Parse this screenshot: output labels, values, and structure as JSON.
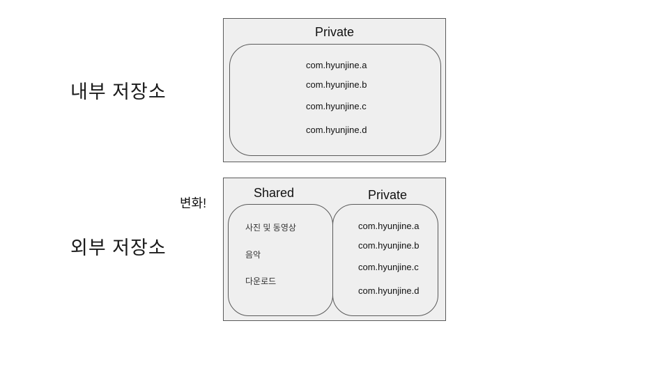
{
  "internal_storage": {
    "label": "내부 저장소",
    "box": {
      "title": "Private",
      "packages": [
        "com.hyunjine.a",
        "com.hyunjine.b",
        "com.hyunjine.c",
        "com.hyunjine.d"
      ]
    }
  },
  "external_storage": {
    "label": "외부 저장소",
    "change_note": "변화!",
    "shared": {
      "title": "Shared",
      "items": [
        "사진 및 동영상",
        "음악",
        "다운로드"
      ]
    },
    "private": {
      "title": "Private",
      "packages": [
        "com.hyunjine.a",
        "com.hyunjine.b",
        "com.hyunjine.c",
        "com.hyunjine.d"
      ]
    }
  },
  "colors": {
    "box_fill": "#efefef",
    "border": "#595959",
    "background": "#ffffff"
  }
}
